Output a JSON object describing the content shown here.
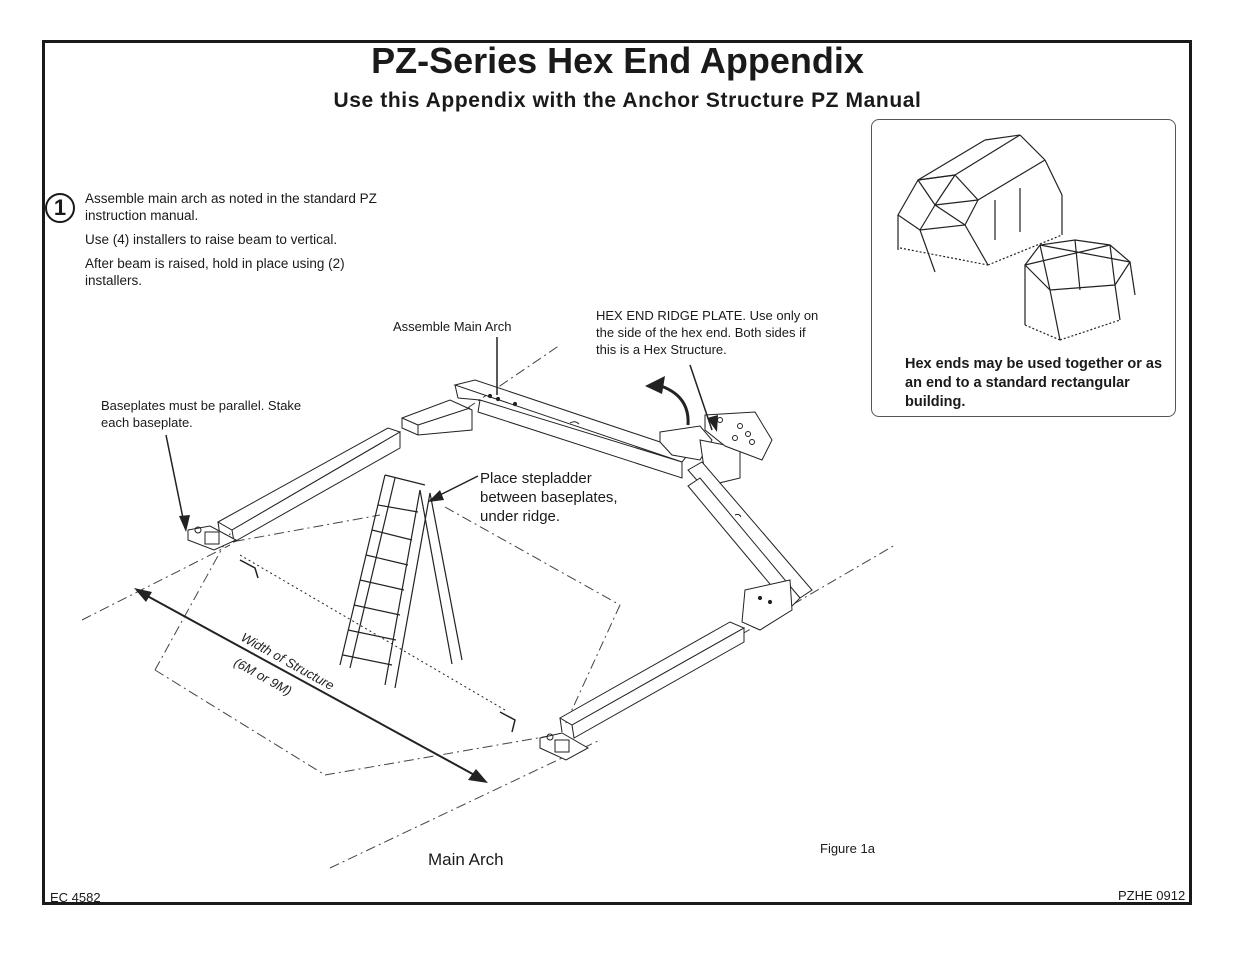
{
  "header": {
    "title": "PZ-Series Hex End Appendix",
    "subtitle": "Use this Appendix with the Anchor Structure PZ Manual"
  },
  "step": {
    "number": "1",
    "lines": [
      "Assemble main arch as noted in the standard PZ instruction manual.",
      "Use (4) installers to raise beam to vertical.",
      "After beam is raised, hold in place using (2) installers."
    ]
  },
  "callouts": {
    "assemble_main_arch": "Assemble Main Arch",
    "hex_ridge_plate": "HEX END RIDGE PLATE.  Use only on the side of the hex end. Both sides if this is a Hex Structure.",
    "baseplates": "Baseplates must be parallel.  Stake each baseplate.",
    "stepladder": "Place stepladder between baseplates, under ridge.",
    "width_line1": "Width of Structure",
    "width_line2": "(6M or 9M)",
    "main_arch": "Main Arch",
    "figure": "Figure 1a"
  },
  "inset": {
    "caption": "Hex ends may be used together or as an end to a standard rectangular building."
  },
  "footer": {
    "left_code": "EC 4582",
    "right_code": "PZHE 0912"
  }
}
